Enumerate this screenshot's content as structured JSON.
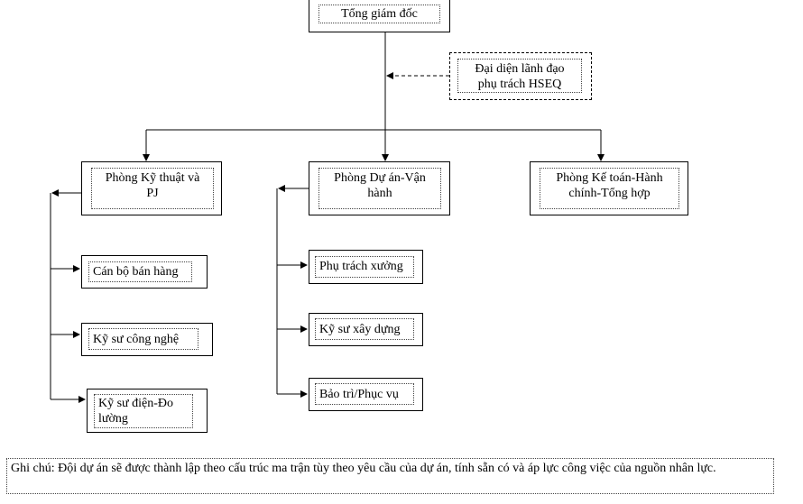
{
  "ceo": "Tổng giám đốc",
  "hseq": "Đại diện lãnh đạo\nphụ trách HSEQ",
  "departments": [
    "Phòng Kỹ thuật và\nPJ",
    "Phòng Dự án-Vận\nhành",
    "Phòng Kế toán-Hành\nchính-Tổng hợp"
  ],
  "tech_roles": [
    "Cán bộ bán hàng",
    "Kỹ sư công nghệ",
    "Kỹ sư điện-Đo\nlường"
  ],
  "project_roles": [
    "Phụ trách xưởng",
    "Kỹ sư xây dựng",
    "Bảo trì/Phục vụ"
  ],
  "note": "Ghi chú: Đội dự án sẽ được thành lập theo cấu trúc ma trận tùy theo yêu cầu của dự án, tính sẵn có và áp lực công việc của nguồn nhân lực."
}
